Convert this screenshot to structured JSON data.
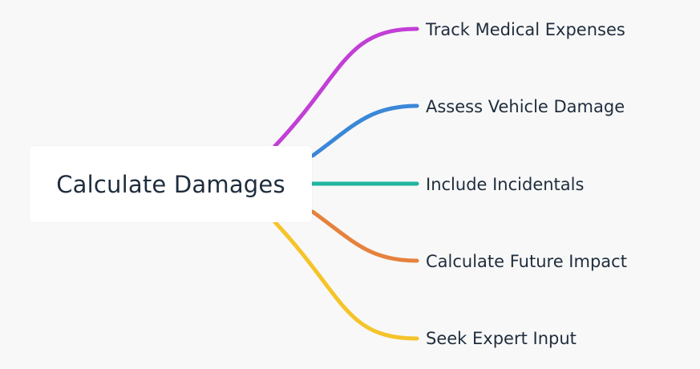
{
  "root": {
    "label": "Calculate Damages"
  },
  "branches": [
    {
      "label": "Track Medical Expenses",
      "color": "#c23fd6"
    },
    {
      "label": "Assess Vehicle Damage",
      "color": "#3a87d8"
    },
    {
      "label": "Include Incidentals",
      "color": "#1fb5a2"
    },
    {
      "label": "Calculate Future Impact",
      "color": "#e5823e"
    },
    {
      "label": "Seek Expert Input",
      "color": "#f5c42a"
    }
  ]
}
